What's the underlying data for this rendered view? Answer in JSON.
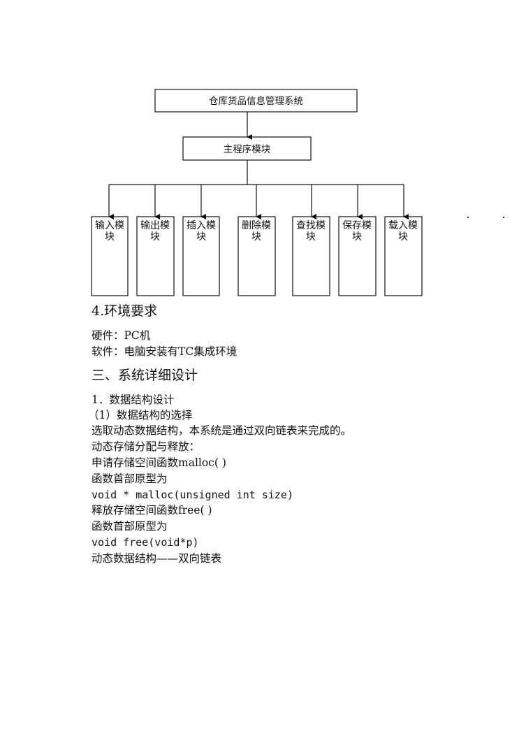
{
  "diagram": {
    "root": "仓库货品信息管理系统",
    "main": "主程序模块",
    "modules": [
      "输入模块",
      "输出模块",
      "插入模块",
      "删除模块",
      "查找模块",
      "保存模块",
      "载入模块"
    ]
  },
  "text": {
    "section_env": "4.环境要求",
    "hardware": "硬件：PC机",
    "software": "软件：电脑安装有TC集成环境",
    "section_design": "三、系统详细设计",
    "sub_data_structure": "1．数据结构设计",
    "choice": "（1）数据结构的选择",
    "choice_desc": "选取动态数据结构，本系统是通过双向链表来完成的。",
    "dynamic_alloc": "动态存储分配与释放：",
    "malloc_desc": "申请存储空间函数malloc( )",
    "proto1_label": "函数首部原型为",
    "malloc_proto": "void * malloc(unsigned int size)",
    "free_desc": "释放存储空间函数free( )",
    "proto2_label": "函数首部原型为",
    "free_proto": "void free(void*p)",
    "dll": "动态数据结构——双向链表"
  }
}
